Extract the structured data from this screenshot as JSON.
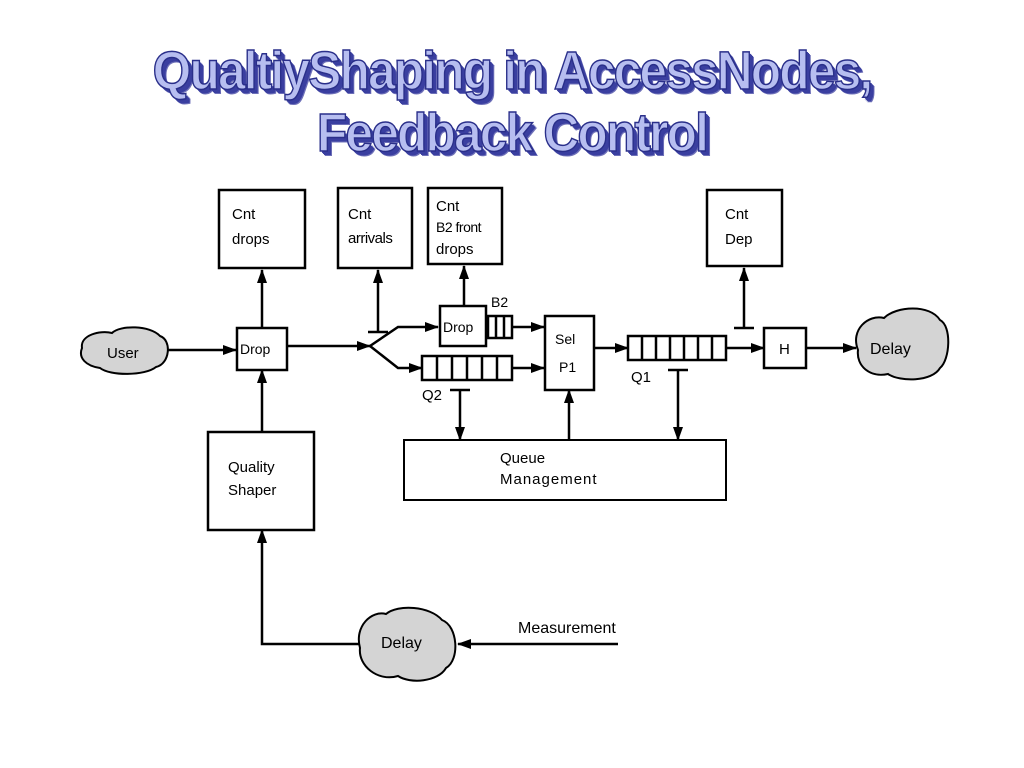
{
  "title": "QualtiyShaping in AccessNodes,  Feedback Control",
  "nodes": {
    "user": "User",
    "drop_main": "Drop",
    "drop_b2": "Drop",
    "sel": "Sel",
    "p1": "P1",
    "h": "H",
    "delay_out": "Delay",
    "delay_feedback": "Delay"
  },
  "counters": {
    "cnt_drops": [
      "Cnt",
      "drops"
    ],
    "cnt_arrivals": [
      "Cnt",
      "arrivals"
    ],
    "cnt_b2_front_drops": [
      "Cnt",
      "B2 front",
      "drops"
    ],
    "cnt_dep": [
      "Cnt",
      "Dep"
    ]
  },
  "queues": {
    "b2": "B2",
    "q2": "Q2",
    "q1": "Q1"
  },
  "blocks": {
    "queue_management": [
      "Queue",
      "Management"
    ],
    "quality_shaper": [
      "Quality",
      "Shaper"
    ]
  },
  "measurement": "Measurement",
  "colors": {
    "cloud_fill": "#d4d4d4",
    "title_fill": "#b7bef0",
    "title_stroke": "#2a2f8a"
  }
}
